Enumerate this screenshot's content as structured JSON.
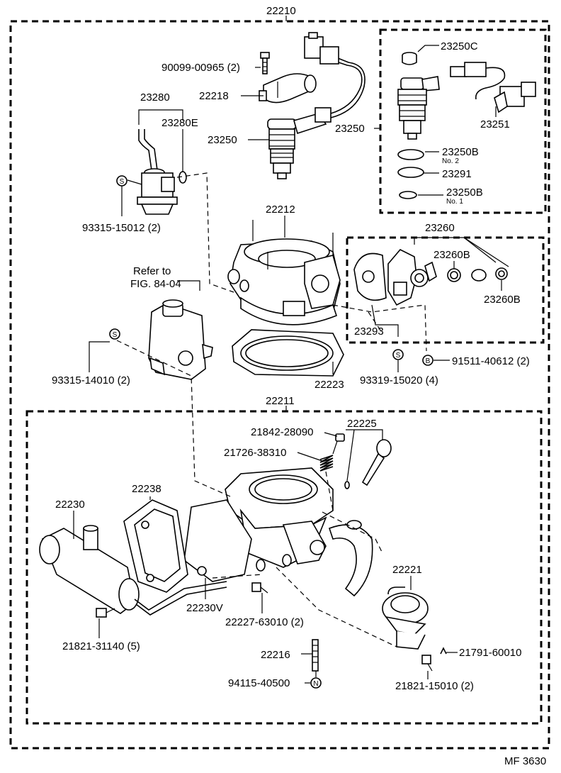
{
  "labels": {
    "p22210": "22210",
    "p90099": "90099-00965 (2)",
    "p23250C": "23250C",
    "p22218": "22218",
    "p23280": "23280",
    "p23280E": "23280E",
    "p23250a": "23250",
    "p23250b": "23250",
    "p23251": "23251",
    "p23250B2": "23250B",
    "no2": "No. 2",
    "p23291": "23291",
    "p23250B1": "23250B",
    "no1": "No. 1",
    "p93315_15012": "93315-15012 (2)",
    "p22212": "22212",
    "p23260": "23260",
    "p23260Ba": "23260B",
    "p23260Bb": "23260B",
    "refer1": "Refer to",
    "refer2": "FIG. 84-04",
    "p23293": "23293",
    "p93315_14010": "93315-14010 (2)",
    "p91511": "91511-40612 (2)",
    "p22223": "22223",
    "p93319": "93319-15020 (4)",
    "p22211": "22211",
    "p21842": "21842-28090",
    "p22225": "22225",
    "p21726": "21726-38310",
    "p22238": "22238",
    "p22230": "22230",
    "p22221": "22221",
    "p22230V": "22230V",
    "p22227": "22227-63010 (2)",
    "p21821_31140": "21821-31140 (5)",
    "p22216": "22216",
    "p21791": "21791-60010",
    "p94115": "94115-40500",
    "p21821_15010": "21821-15010 (2)",
    "mf": "MF 3630"
  },
  "symbols": {
    "s": "S",
    "b": "B",
    "n": "N"
  }
}
